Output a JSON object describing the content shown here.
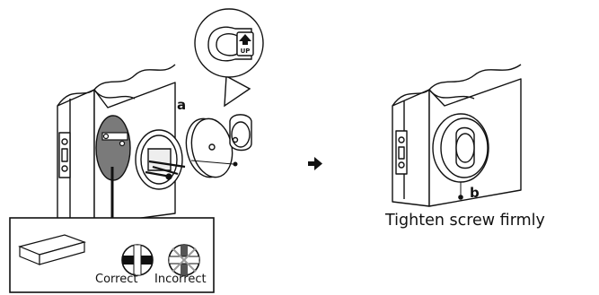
{
  "labels": {
    "part_a": "a",
    "part_b": "b",
    "instruction": "Tighten screw firmly",
    "correct": "Correct",
    "incorrect": "Incorrect",
    "up_marker": "UP"
  },
  "icons": {
    "step_arrow": "right-arrow-icon",
    "incorrect_mark": "x-mark-icon"
  },
  "colors": {
    "ink": "#111111",
    "shade": "#7a7a7a",
    "incorrect_bar": "#555555"
  }
}
